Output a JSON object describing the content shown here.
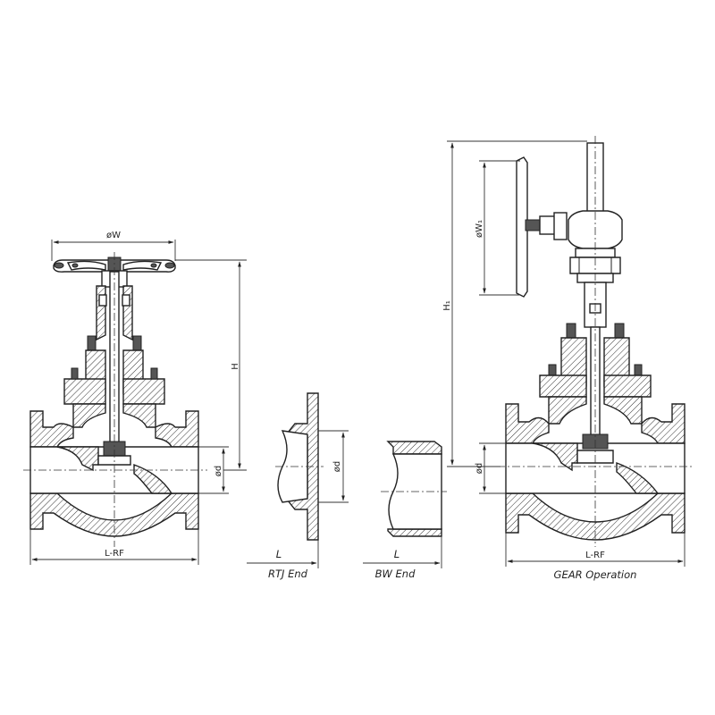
{
  "views": {
    "standard": {
      "dim_handwheel": "øW",
      "dim_height": "H",
      "dim_bore": "ød",
      "dim_length": "L-RF"
    },
    "rtj": {
      "dim_bore": "ød",
      "dim_length": "L",
      "caption": "RTJ End"
    },
    "bw": {
      "dim_length": "L",
      "caption": "BW End"
    },
    "gear": {
      "dim_handwheel": "øW₁",
      "dim_height": "H₁",
      "dim_bore": "ød",
      "dim_length": "L-RF",
      "caption": "GEAR Operation"
    }
  }
}
